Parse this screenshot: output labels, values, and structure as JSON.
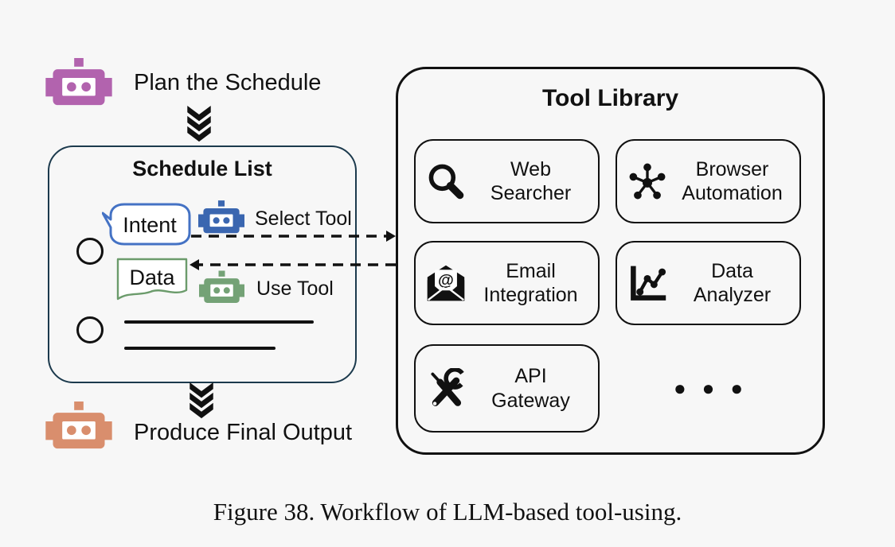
{
  "caption": {
    "text": "Figure 38. Workflow of LLM-based tool-using."
  },
  "workflow": {
    "plan_step_label": "Plan the Schedule",
    "produce_step_label": "Produce Final Output",
    "schedule_list": {
      "title": "Schedule List",
      "intent_label": "Intent",
      "data_label": "Data",
      "select_tool_label": "Select Tool",
      "use_tool_label": "Use Tool"
    }
  },
  "tool_library": {
    "title": "Tool Library",
    "tools": [
      {
        "icon": "magnifier-icon",
        "line1": "Web",
        "line2": "Searcher"
      },
      {
        "icon": "network-hub-icon",
        "line1": "Browser",
        "line2": "Automation"
      },
      {
        "icon": "email-icon",
        "line1": "Email",
        "line2": "Integration"
      },
      {
        "icon": "chart-icon",
        "line1": "Data",
        "line2": "Analyzer"
      },
      {
        "icon": "tools-icon",
        "line1": "API",
        "line2": "Gateway"
      }
    ],
    "more_indicator": "●●●"
  },
  "colors": {
    "plan_robot": "#b263ae",
    "select_robot": "#3a66b0",
    "use_robot": "#74a276",
    "produce_robot": "#d98e6d",
    "intent_border": "#4472c4",
    "data_border": "#6b9b6b",
    "schedule_border": "#1c3a4d"
  }
}
